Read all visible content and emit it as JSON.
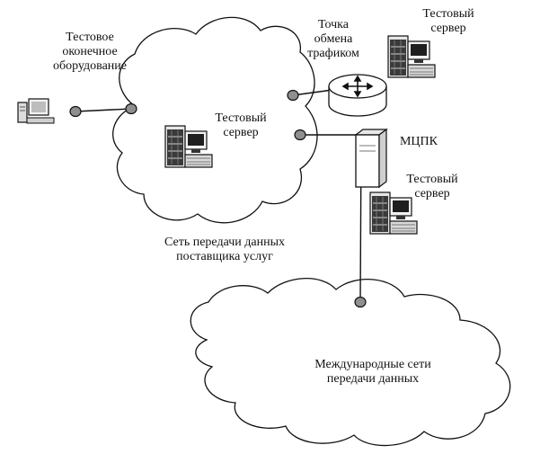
{
  "labels": {
    "terminal_equipment": "Тестовое\nоконечное\nоборудование",
    "exchange_point": "Точка\nобмена\nтрафиком",
    "test_server_top": "Тестовый\nсервер",
    "test_server_center": "Тестовый\nсервер",
    "mcpk": "МЦПК",
    "test_server_right": "Тестовый\nсервер",
    "provider_network": "Сеть передачи данных\nпоставщика услуг",
    "international_networks": "Международные сети\nпередачи данных"
  },
  "icons": {
    "terminal": "desktop-computer-icon",
    "router": "router-icon",
    "server": "server-icon",
    "mcpk": "tower-server-icon"
  },
  "colors": {
    "line": "#111111",
    "node": "#8f8f8f"
  }
}
